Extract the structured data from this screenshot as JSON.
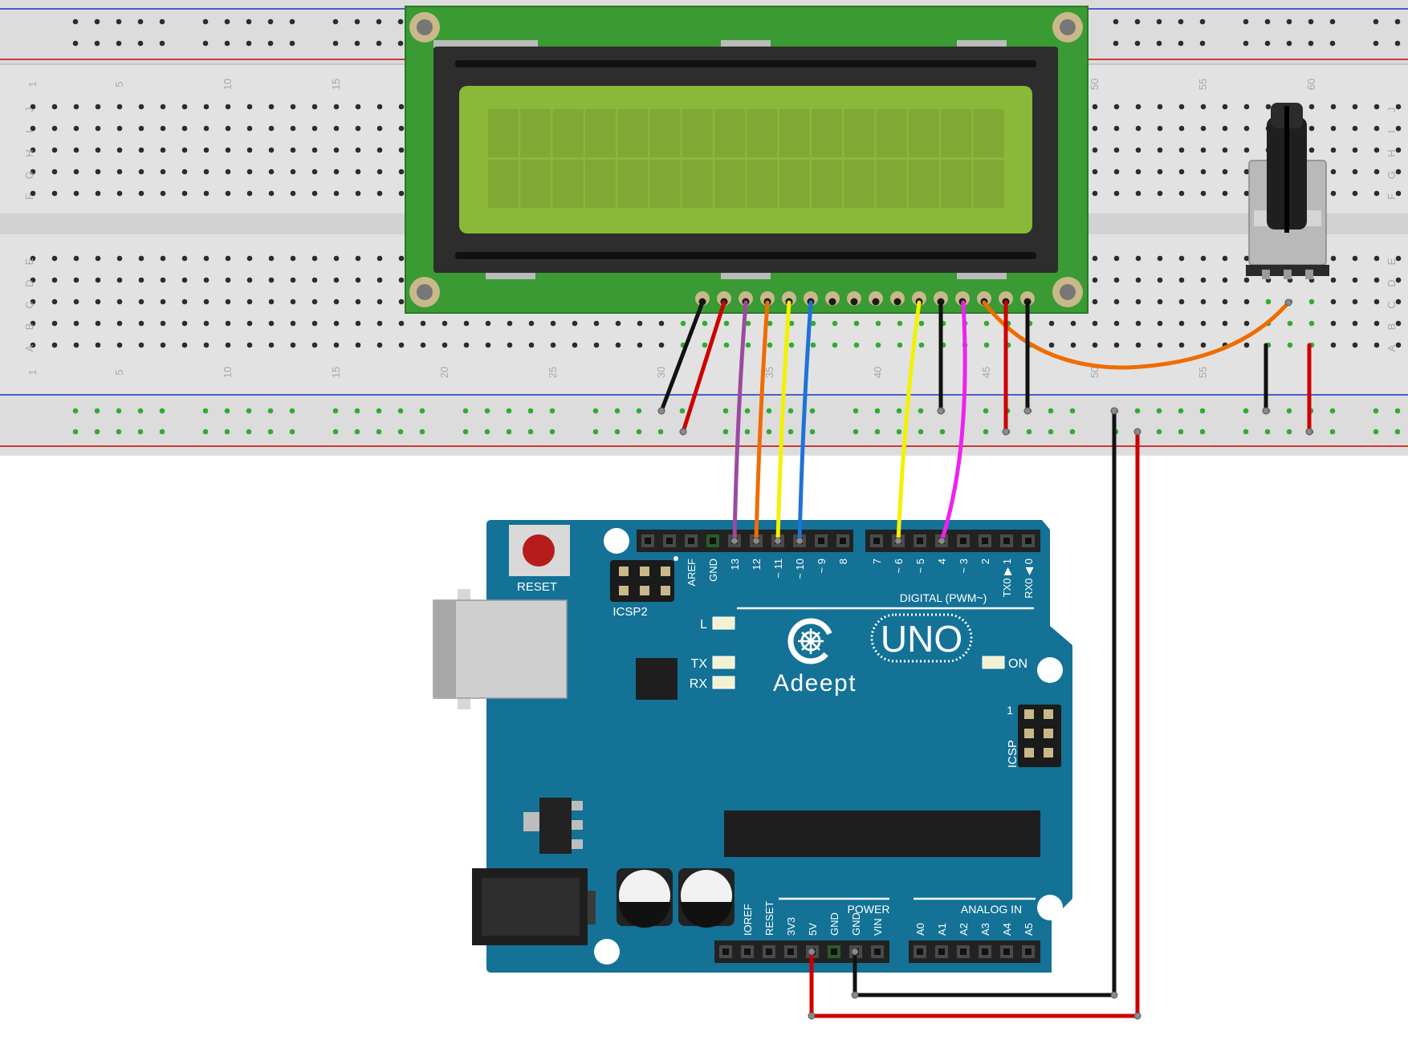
{
  "breadboard": {
    "rows_top": [
      "J",
      "I",
      "H",
      "G",
      "F"
    ],
    "rows_bottom": [
      "E",
      "D",
      "C",
      "B",
      "A"
    ],
    "col_labels_top_left": [
      "1",
      "5",
      "10",
      "15"
    ],
    "col_labels_top_right": [
      "50",
      "55",
      "60"
    ],
    "col_labels_bottom": [
      "1",
      "5",
      "10",
      "15",
      "20",
      "25",
      "30",
      "35",
      "40",
      "45",
      "50",
      "55"
    ]
  },
  "lcd": {
    "component": "16x2 LCD",
    "character_columns": 16,
    "character_rows": 2,
    "pin_count": 16
  },
  "potentiometer": {
    "component": "potentiometer"
  },
  "arduino": {
    "reset_label": "RESET",
    "icsp2_label": "ICSP2",
    "icsp_label": "ICSP",
    "icsp_pin1_label": "1",
    "digital_label": "DIGITAL (PWM~)",
    "brand": "Adeept",
    "model": "UNO",
    "on_label": "ON",
    "led_labels": [
      "L",
      "TX",
      "RX"
    ],
    "power_label": "POWER",
    "analog_label": "ANALOG IN",
    "digital_pins_left": [
      "AREF",
      "GND",
      "13",
      "12",
      "~ 11",
      "~ 10",
      "~ 9",
      "8"
    ],
    "digital_pins_right": [
      "7",
      "~ 6",
      "~ 5",
      "4",
      "~ 3",
      "2",
      "TX0 ▶ 1",
      "RX0 ◀ 0"
    ],
    "power_pins": [
      "IOREF",
      "RESET",
      "3V3",
      "5V",
      "GND",
      "GND",
      "VIN"
    ],
    "analog_pins": [
      "A0",
      "A1",
      "A2",
      "A3",
      "A4",
      "A5"
    ]
  },
  "wires": [
    {
      "from": "LCD VSS",
      "to": "breadboard GND rail",
      "color": "#111111"
    },
    {
      "from": "LCD VDD",
      "to": "breadboard 5V rail",
      "color": "#cc0000"
    },
    {
      "from": "LCD RS",
      "to": "Arduino 13",
      "color": "#9b4aa0"
    },
    {
      "from": "LCD E",
      "to": "Arduino 12",
      "color": "#ef6c00"
    },
    {
      "from": "LCD D4",
      "to": "Arduino 11",
      "color": "#f2f200"
    },
    {
      "from": "LCD D5",
      "to": "Arduino 10",
      "color": "#1e73d8"
    },
    {
      "from": "LCD D6",
      "to": "Arduino 6",
      "color": "#f2f200"
    },
    {
      "from": "LCD D7",
      "to": "Arduino 4",
      "color": "#ee22ee"
    },
    {
      "from": "LCD V0",
      "to": "potentiometer wiper",
      "color": "#ef6c00"
    },
    {
      "from": "Arduino 5V",
      "to": "breadboard 5V rail",
      "color": "#cc0000"
    },
    {
      "from": "Arduino GND",
      "to": "breadboard GND rail",
      "color": "#111111"
    }
  ],
  "colors": {
    "board_blue": "#137296",
    "pcb_green": "#3a9a33",
    "lcd_screen": "#8ab839",
    "breadboard": "#e1e1e1",
    "rail_red": "#cc0000",
    "rail_blue": "#1a35c8"
  }
}
